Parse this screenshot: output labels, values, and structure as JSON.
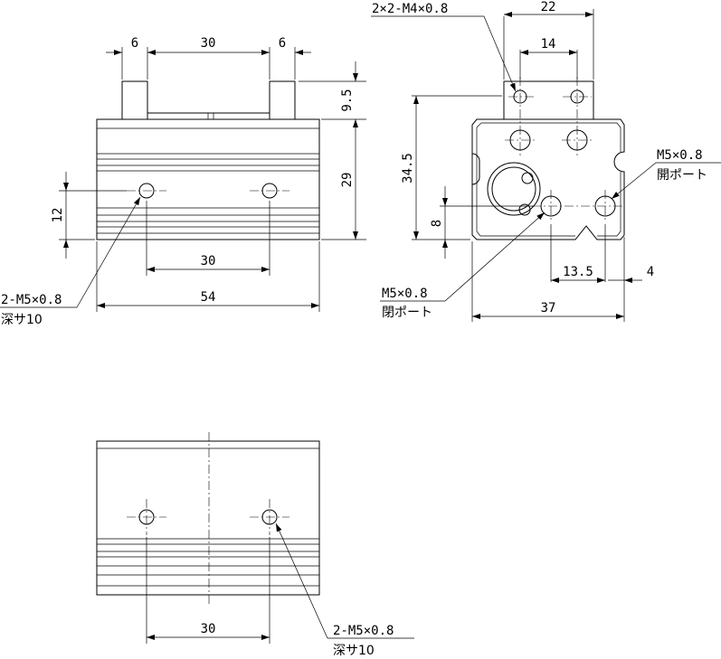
{
  "front_view": {
    "dim_finger_left": "6",
    "dim_finger_gap": "30",
    "dim_finger_right": "6",
    "dim_finger_height": "9.5",
    "dim_body_height": "29",
    "dim_hole_height": "12",
    "dim_hole_pitch": "30",
    "dim_body_width": "54",
    "note_thread": "2-M5×0.8",
    "note_depth": "深サ10"
  },
  "side_view": {
    "note_mount": "2×2-M4×0.8",
    "dim_top_width": "22",
    "dim_top_pitch": "14",
    "dim_height": "34.5",
    "dim_port_height": "8",
    "dim_port_pitch": "13.5",
    "dim_port_offset": "4",
    "dim_width": "37",
    "open_port_thread": "M5×0.8",
    "open_port_label": "開ポート",
    "close_port_thread": "M5×0.8",
    "close_port_label": "閉ポート"
  },
  "bottom_view": {
    "dim_hole_pitch": "30",
    "note_thread": "2-M5×0.8",
    "note_depth": "深サ10"
  }
}
